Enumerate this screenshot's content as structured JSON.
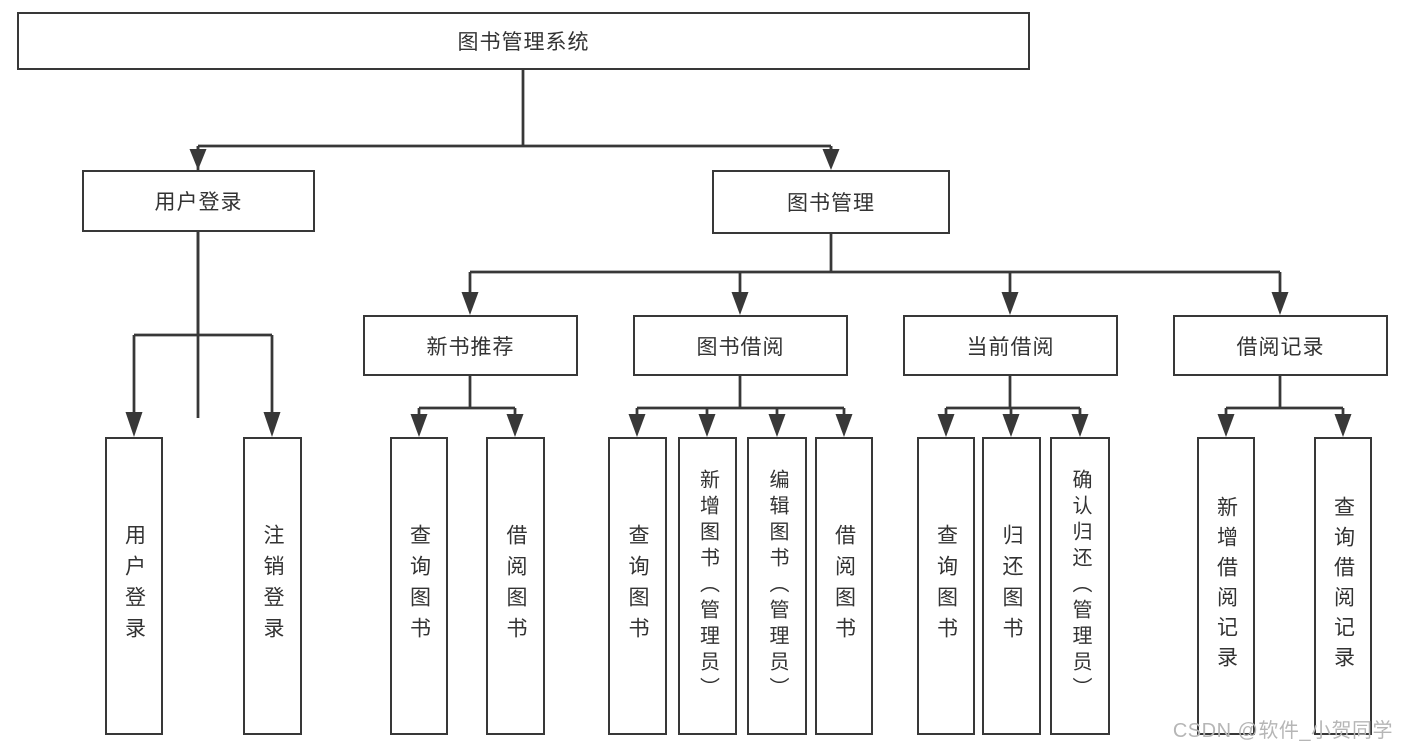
{
  "diagram": {
    "root": {
      "label": "图书管理系统"
    },
    "level2": [
      {
        "label": "用户登录"
      },
      {
        "label": "图书管理"
      }
    ],
    "level3": [
      {
        "label": "新书推荐"
      },
      {
        "label": "图书借阅"
      },
      {
        "label": "当前借阅"
      },
      {
        "label": "借阅记录"
      }
    ],
    "leaves": {
      "login": [
        {
          "label": "用户登录"
        },
        {
          "label": "注销登录"
        }
      ],
      "recommend": [
        {
          "label": "查询图书"
        },
        {
          "label": "借阅图书"
        }
      ],
      "borrow": [
        {
          "label": "查询图书"
        },
        {
          "label": "新增图书（管理员）"
        },
        {
          "label": "编辑图书（管理员）"
        },
        {
          "label": "借阅图书"
        }
      ],
      "current": [
        {
          "label": "查询图书"
        },
        {
          "label": "归还图书"
        },
        {
          "label": "确认归还（管理员）"
        }
      ],
      "records": [
        {
          "label": "新增借阅记录"
        },
        {
          "label": "查询借阅记录"
        }
      ]
    }
  },
  "watermark": {
    "text": "CSDN @软件_小贺同学"
  },
  "colors": {
    "line": "#383838",
    "border": "#383838",
    "text": "#333333",
    "background": "#ffffff",
    "watermark": "#b6b6b6"
  }
}
